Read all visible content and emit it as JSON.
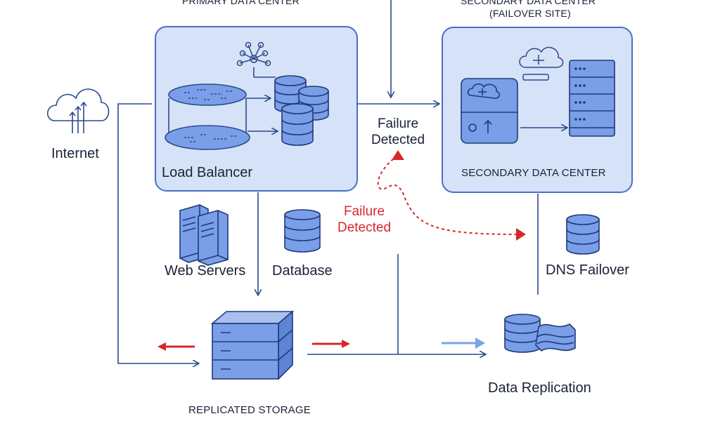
{
  "titles": {
    "primary": "PRIMARY DATA CENTER",
    "secondary_line1": "SECONDARY DATA CENTER",
    "secondary_line2": "(FAILOVER SITE)"
  },
  "labels": {
    "internet": "Internet",
    "load_balancer": "Load Balancer",
    "secondary_dc": "SECONDARY DATA CENTER",
    "failure_line1": "Failure",
    "failure_line2": "Detected",
    "web_servers": "Web Servers",
    "database": "Database",
    "dns_failover": "DNS Failover",
    "data_replication": "Data Replication",
    "replicated_storage": "REPLICATED STORAGE"
  },
  "colors": {
    "box_fill": "#d6e2f8",
    "box_stroke": "#4a6fc4",
    "icon_fill": "#7a9ee8",
    "line": "#2c4a8a",
    "alert_red": "#d8262b",
    "accent_blue": "#7aa2e8"
  }
}
